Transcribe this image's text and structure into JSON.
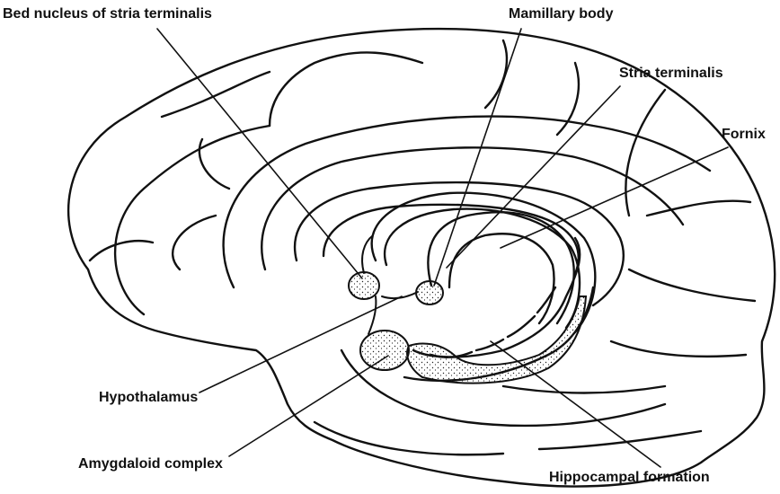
{
  "labels": {
    "bed_nucleus": "Bed nucleus of stria terminalis",
    "mamillary_body": "Mamillary body",
    "stria_terminalis": "Stria terminalis",
    "fornix": "Fornix",
    "hypothalamus": "Hypothalamus",
    "amygdaloid_complex": "Amygdaloid complex",
    "hippocampal_formation": "Hippocampal formation"
  },
  "colors": {
    "ink": "#111111",
    "background": "#ffffff",
    "stipple": "#222222"
  }
}
